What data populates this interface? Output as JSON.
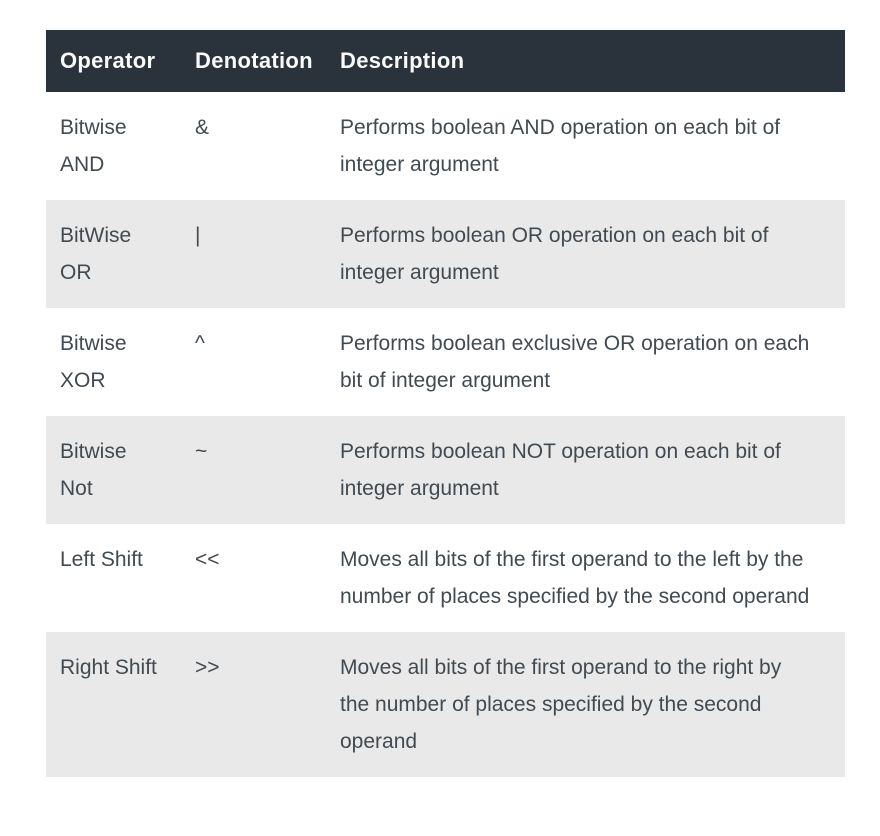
{
  "theme": {
    "header_bg": "#2a333b",
    "header_text": "#fafafa",
    "row_alt_bg": "#e9e9e9",
    "body_text": "#424a51",
    "page_bg": "#ffffff"
  },
  "table": {
    "columns": [
      {
        "label": "Operator"
      },
      {
        "label": "Denotation"
      },
      {
        "label": "Description"
      }
    ],
    "rows": [
      {
        "operator": "Bitwise\nAND",
        "denotation": "&",
        "description": "Performs boolean AND operation on each bit of\ninteger argument"
      },
      {
        "operator": "BitWise\nOR",
        "denotation": "|",
        "description": "Performs boolean OR operation on each bit of\ninteger argument"
      },
      {
        "operator": "Bitwise\nXOR",
        "denotation": "^",
        "description": "Performs boolean exclusive OR operation on each\nbit of integer argument"
      },
      {
        "operator": "Bitwise\nNot",
        "denotation": "~",
        "description": "Performs boolean NOT operation on each bit of\ninteger argument"
      },
      {
        "operator": "Left Shift",
        "denotation": "<<",
        "description": "Moves all bits of the first operand to the left by the\nnumber of places specified by the second operand"
      },
      {
        "operator": "Right Shift",
        "denotation": ">>",
        "description": "Moves all bits of the first operand to the right by\nthe number of places specified by the second\noperand"
      }
    ]
  }
}
